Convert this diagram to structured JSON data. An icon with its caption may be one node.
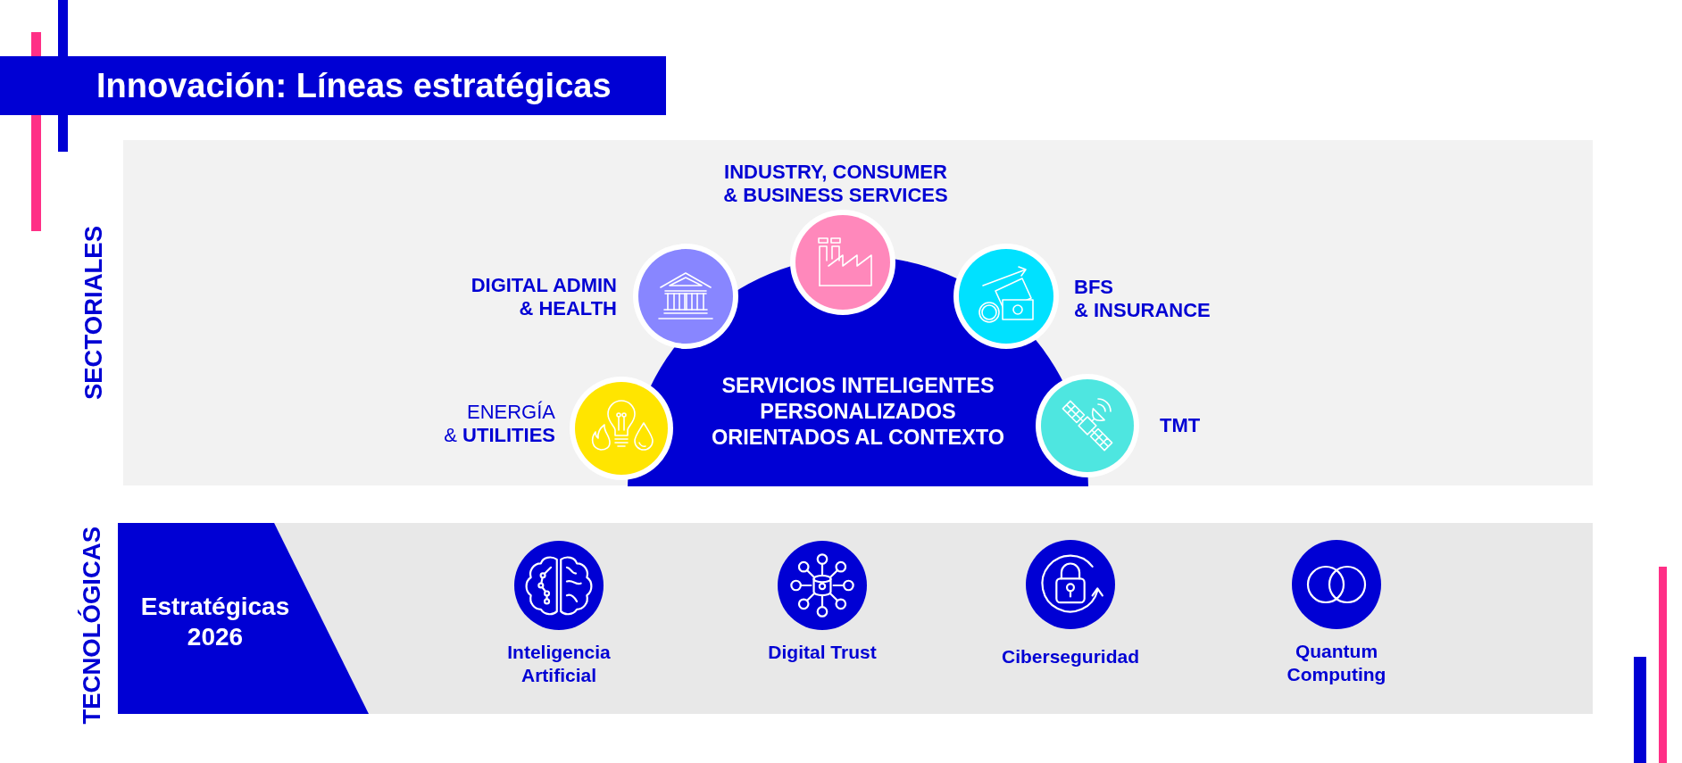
{
  "diagram": {
    "title": "Innovación: Líneas estratégicas",
    "nodes": [
      {
        "text": [
          "SECTORIALES"
        ]
      },
      {
        "text": [
          "SERVICIOS INTELIGENTES PERSONALIZADOS ORIENTADOS AL CONTEXTO"
        ],
        "in": 0
      },
      {
        "text": [
          "ENERGÍA & **UTILITIES**"
        ],
        "in": 0
      },
      {
        "text": [
          "DIGITAL ADMIN & HEALTH"
        ],
        "in": 0
      },
      {
        "text": [
          "INDUSTRY, CONSUMER & BUSINESS SERVICES"
        ],
        "in": 0
      },
      {
        "text": [
          "BFS & INSURANCE"
        ],
        "in": 0
      },
      {
        "text": [
          "TMT"
        ],
        "in": 0
      },
      {
        "text": [
          "TECNOLÓGICAS"
        ]
      },
      {
        "text": [
          "Estratégicas 2026"
        ],
        "in": 7
      },
      {
        "text": [
          "Inteligencia Artificial"
        ],
        "in": 7
      },
      {
        "text": [
          "Digital Trust"
        ],
        "in": 7
      },
      {
        "text": [
          "Ciberseguridad"
        ],
        "in": 7
      },
      {
        "text": [
          "Quantum Computing"
        ],
        "in": 7
      }
    ]
  }
}
